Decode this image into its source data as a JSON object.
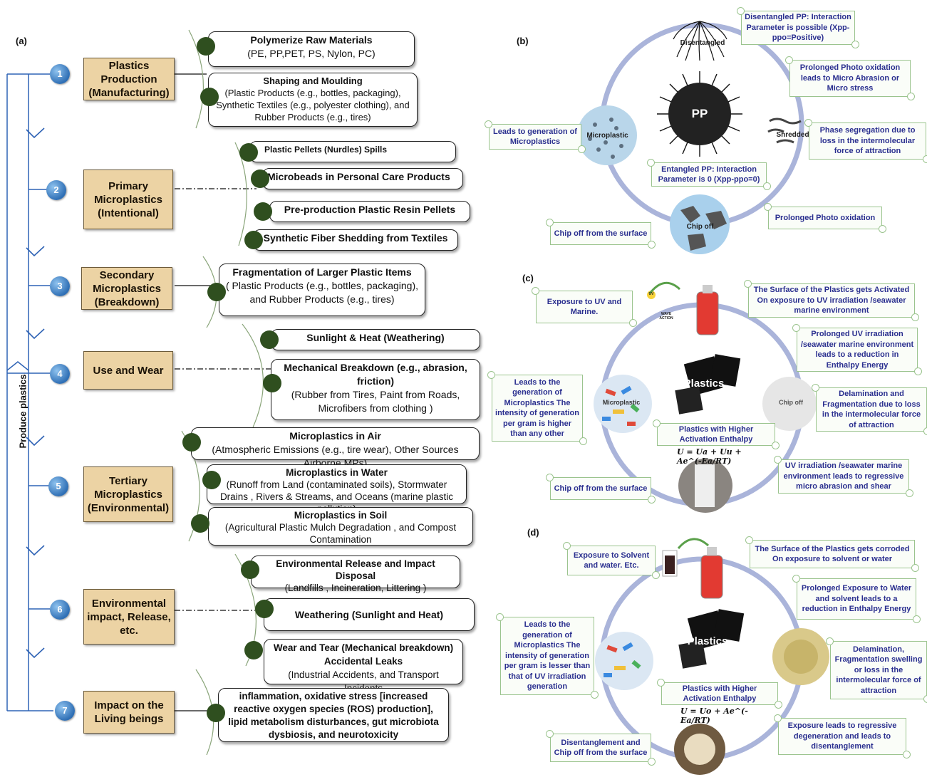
{
  "panel_a": {
    "label": "(a)",
    "axis_label": "Produce plastics",
    "stages": [
      {
        "num": "1",
        "label": "Plastics Production (Manufacturing)"
      },
      {
        "num": "2",
        "label": "Primary Microplastics (Intentional)"
      },
      {
        "num": "3",
        "label": "Secondary Microplastics (Breakdown)"
      },
      {
        "num": "4",
        "label": "Use and Wear"
      },
      {
        "num": "5",
        "label": "Tertiary Microplastics (Environmental)"
      },
      {
        "num": "6",
        "label": "Environmental impact, Release, etc."
      },
      {
        "num": "7",
        "label": "Impact on the Living beings"
      }
    ],
    "items": [
      {
        "title": "Polymerize Raw Materials",
        "desc": "(PE, PP,PET, PS, Nylon, PC)"
      },
      {
        "title": "Shaping and Moulding",
        "desc": "(Plastic Products (e.g., bottles, packaging), Synthetic Textiles (e.g., polyester clothing), and Rubber Products (e.g., tires)"
      },
      {
        "title": "Plastic Pellets (Nurdles) Spills",
        "desc": ""
      },
      {
        "title": "Microbeads in Personal Care Products",
        "desc": ""
      },
      {
        "title": "Pre-production Plastic Resin Pellets",
        "desc": ""
      },
      {
        "title": "Synthetic Fiber Shedding from Textiles",
        "desc": ""
      },
      {
        "title": "Fragmentation of Larger Plastic Items",
        "desc": "( Plastic Products (e.g., bottles, packaging), and Rubber Products (e.g., tires)"
      },
      {
        "title": "Sunlight & Heat (Weathering)",
        "desc": ""
      },
      {
        "title": "Mechanical Breakdown (e.g., abrasion, friction)",
        "desc": "(Rubber from Tires, Paint from Roads, Microfibers from clothing )"
      },
      {
        "title": "Microplastics in Air",
        "desc": "(Atmospheric Emissions (e.g., tire wear), Other Sources Airborne MPs)"
      },
      {
        "title": "Microplastics in Water",
        "desc": "(Runoff from Land (contaminated soils), Stormwater Drains , Rivers & Streams, and Oceans (marine plastic pollution)"
      },
      {
        "title": "Microplastics in Soil",
        "desc": "(Agricultural Plastic Mulch Degradation , and Compost Contamination"
      },
      {
        "title": "Environmental Release and Impact Disposal",
        "desc": "(Landfills , Incineration, Littering )"
      },
      {
        "title": "Weathering (Sunlight and Heat)",
        "desc": ""
      },
      {
        "title": "Wear and Tear (Mechanical breakdown) Accidental Leaks",
        "desc": "(Industrial Accidents, and Transport Incidents"
      },
      {
        "title": "inflammation, oxidative stress [increased reactive oxygen species (ROS) production], lipid metabolism disturbances, gut microbiota dysbiosis, and neurotoxicity",
        "desc": ""
      }
    ]
  },
  "panel_b": {
    "label": "(b)",
    "scrolls": [
      "Disentangled PP: Interaction Parameter is possible (Xpp-ppo=Positive)",
      "Prolonged Photo oxidation leads to Micro Abrasion or Micro stress",
      "Phase segregation due to loss in the intermolecular force of attraction",
      "Prolonged Photo oxidation",
      "Chip off from the surface",
      "Leads to generation of Microplastics",
      "Entangled PP: Interaction Parameter is 0 (Xpp-ppo=0)"
    ],
    "circle_labels": [
      "Disentangled",
      "PP",
      "Shredded",
      "Chip off",
      "Microplastic"
    ]
  },
  "panel_c": {
    "label": "(c)",
    "scrolls": [
      "Exposure to UV and Marine.",
      "The Surface of the Plastics gets Activated On exposure to UV irradiation /seawater marine environment",
      "Prolonged UV irradiation /seawater marine environment leads to a reduction in Enthalpy Energy",
      "Delamination and Fragmentation due to loss in the intermolecular force of attraction",
      "UV irradiation /seawater marine environment leads to regressive micro abrasion and shear",
      "Chip off from the surface",
      "Leads to the generation of Microplastics The intensity of generation per gram is higher than any other",
      "Plastics with Higher Activation Enthalpy"
    ],
    "circle_labels": [
      "Plastics",
      "Chip off",
      "Microplastic"
    ],
    "small_labels": [
      "UV",
      "WAVE ACTION"
    ],
    "equation": "U = Ua + Uu + Ae^(-Ea/RT)"
  },
  "panel_d": {
    "label": "(d)",
    "scrolls": [
      "Exposure to Solvent and water. Etc.",
      "The Surface of the Plastics gets corroded On exposure to solvent or water",
      "Prolonged Exposure to Water and solvent leads to a reduction in Enthalpy Energy",
      "Delamination, Fragmentation swelling or loss in the intermolecular force of attraction",
      "Exposure leads to regressive degeneration and leads to disentanglement",
      "Disentanglement and Chip off from the surface",
      "Leads to the generation of Microplastics The intensity of generation per gram is lesser than that of UV irradiation generation",
      "Plastics with Higher Activation Enthalpy"
    ],
    "circle_labels": [
      "Plastics"
    ],
    "equation": "U = Uo + Ae^(-Ea/RT)"
  },
  "colors": {
    "stage_fill": "#ecd3a4",
    "stage_number": "#2f6fb5",
    "dot": "#2f4f1f",
    "ring": "#aab4da",
    "scroll_text": "#2a2f8f",
    "scroll_border": "#9bc48e"
  }
}
